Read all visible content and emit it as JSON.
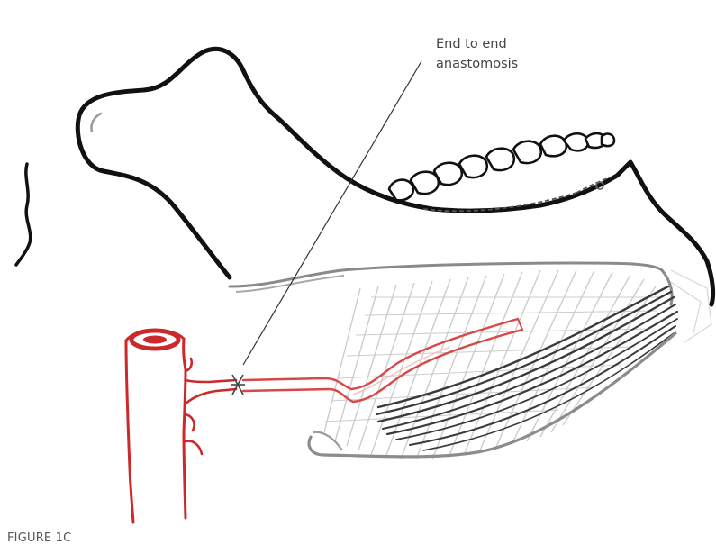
{
  "figure": {
    "annotation": {
      "line1": "End to end",
      "line2": "anastomosis"
    },
    "caption": "FIGURE 1C"
  },
  "colors": {
    "bone_outline": "#111111",
    "vessel": "#cc2a2a",
    "vessel_graft": "#e07a7a",
    "muscle_light": "#bdbdbd",
    "muscle_dark": "#3a3a3a",
    "leader_line": "#333333"
  }
}
